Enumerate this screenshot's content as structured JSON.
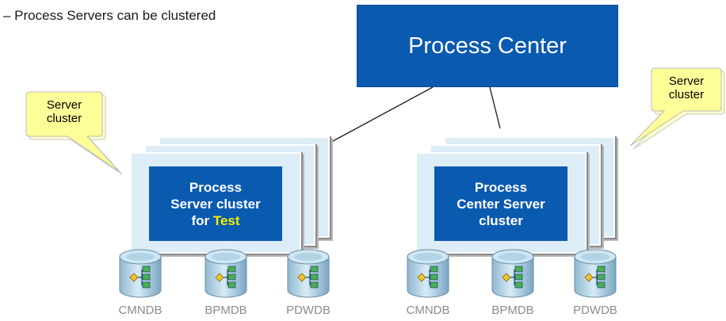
{
  "header": {
    "bullet": "– Process Servers can be clustered"
  },
  "process_center": {
    "label": "Process Center"
  },
  "left_cluster": {
    "lines": [
      "Process",
      "Server cluster"
    ],
    "line3_prefix": "for ",
    "line3_highlight": "Test",
    "callout": [
      "Server",
      "cluster"
    ],
    "databases": [
      "CMNDB",
      "BPMDB",
      "PDWDB"
    ]
  },
  "right_cluster": {
    "lines": [
      "Process",
      "Center Server",
      "cluster"
    ],
    "callout": [
      "Server",
      "cluster"
    ],
    "databases": [
      "CMNDB",
      "BPMDB",
      "PDWDB"
    ]
  },
  "colors": {
    "primary_blue": "#0a5ab0",
    "card_fill": "#dcedf8",
    "callout_fill": "#ffff99",
    "highlight": "#f4f000"
  }
}
